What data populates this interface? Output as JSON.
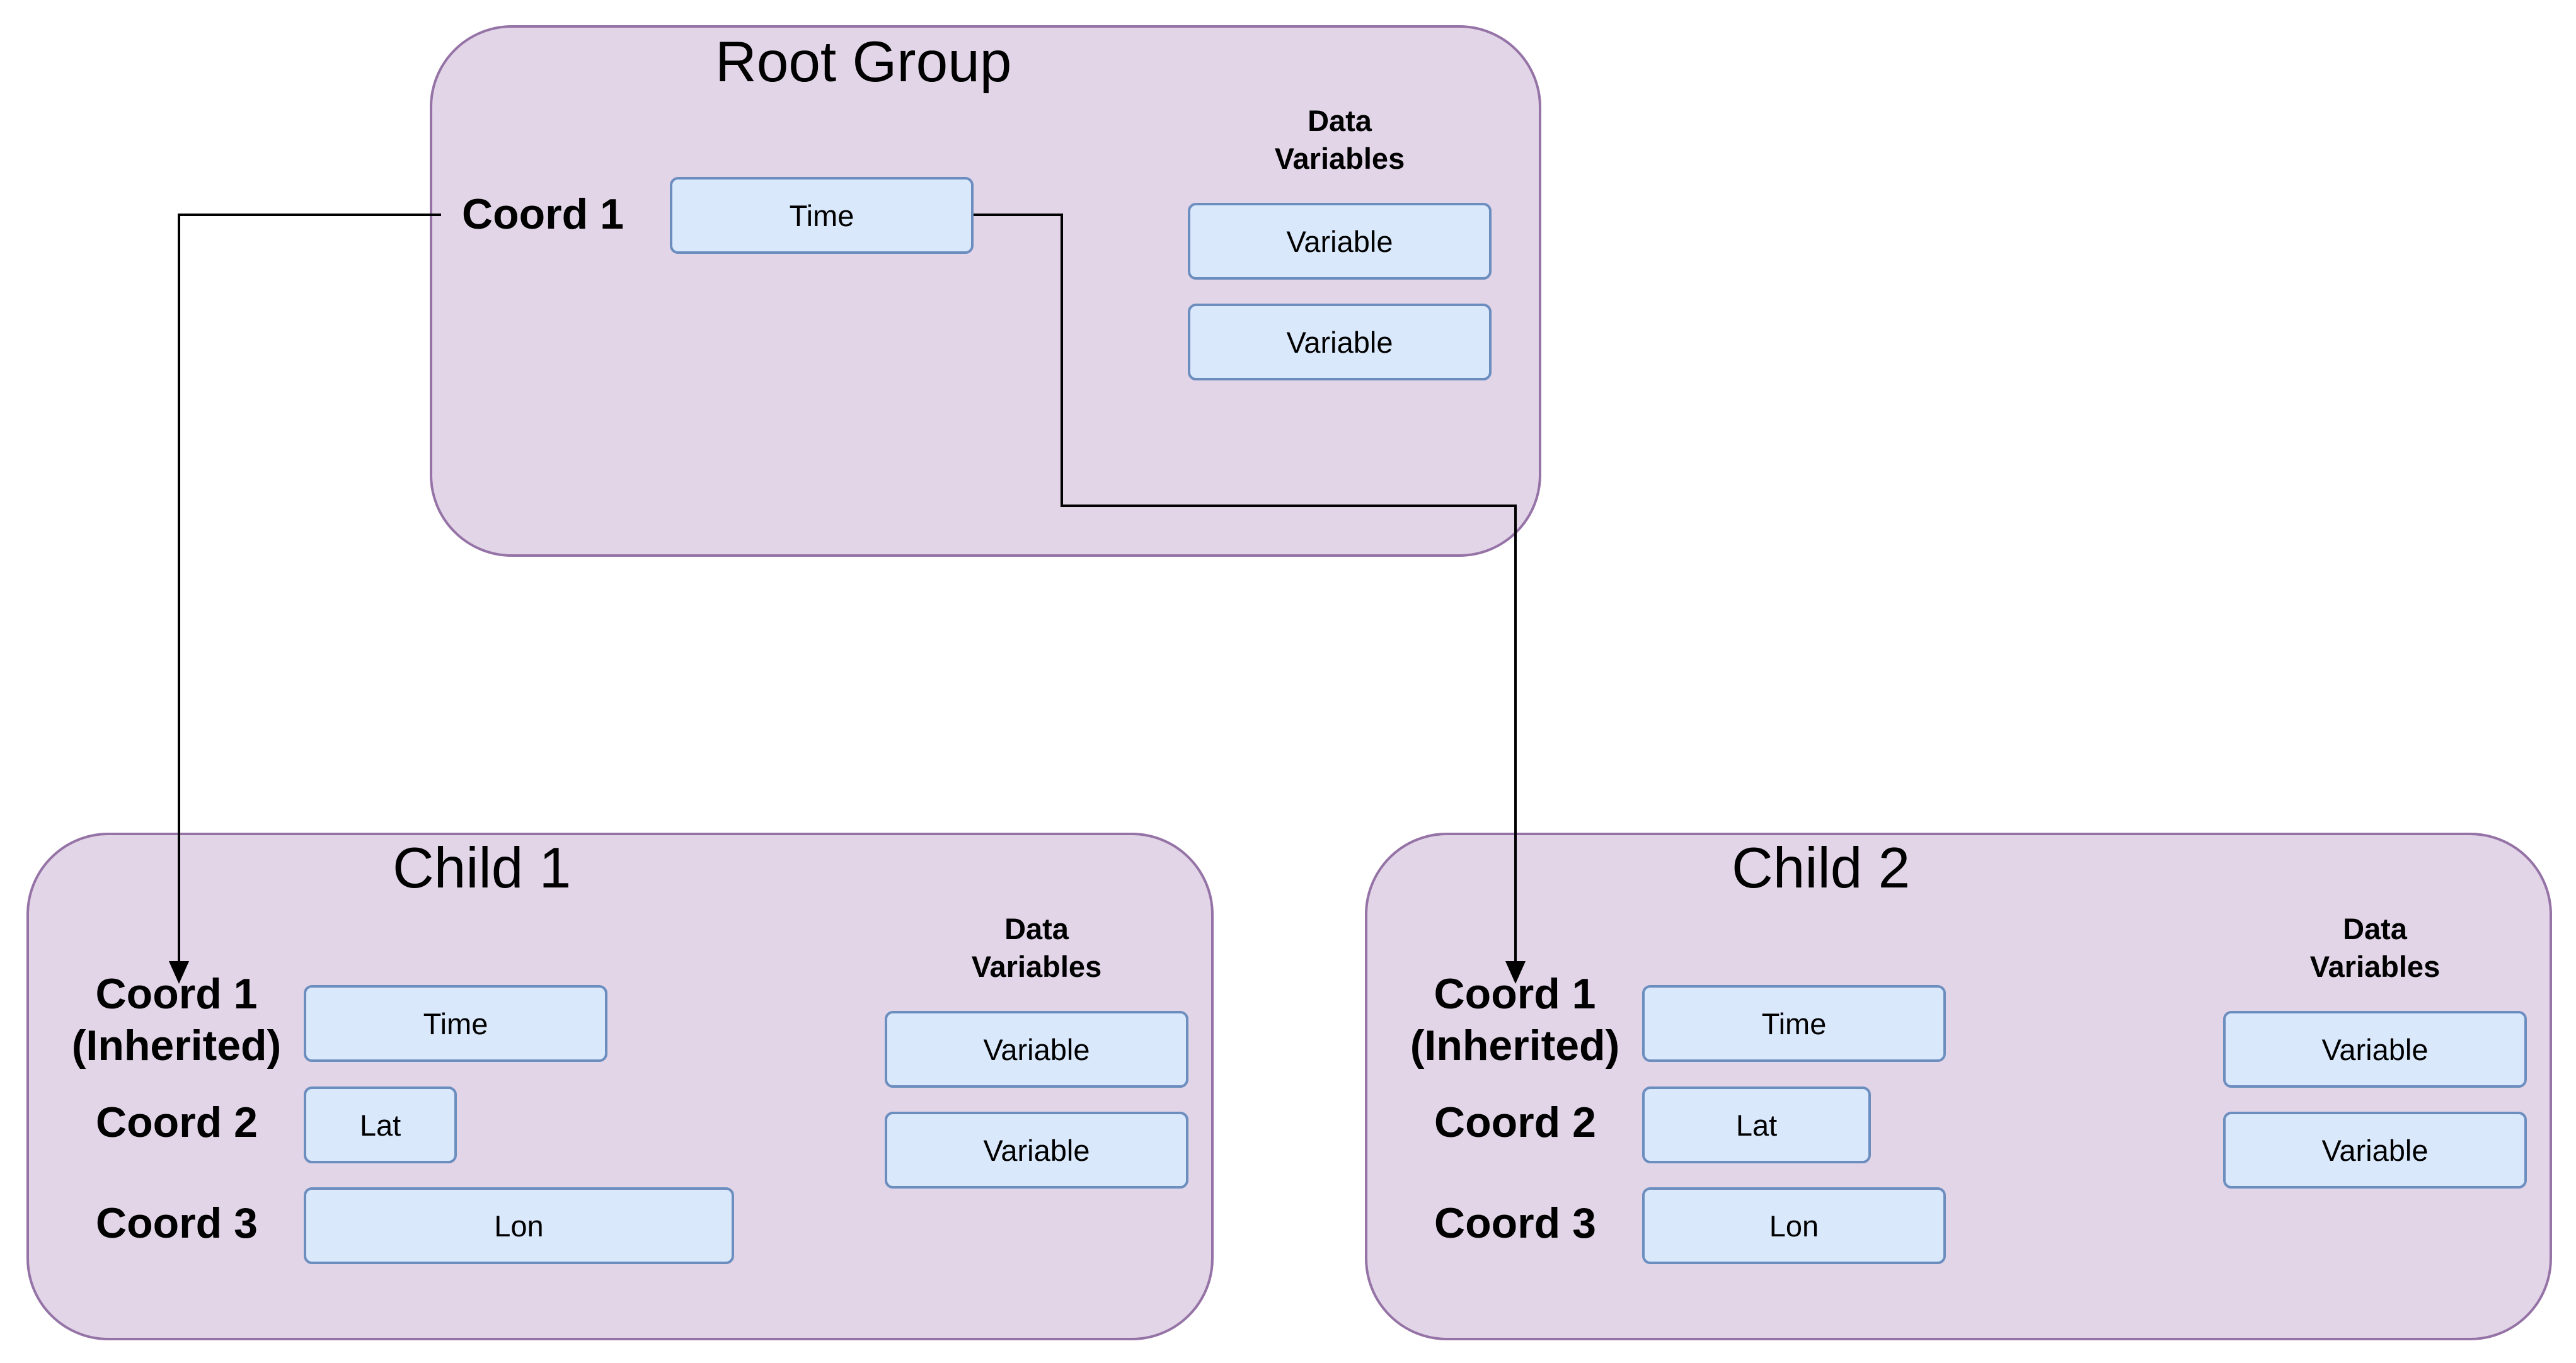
{
  "root_group": {
    "title": "Root Group",
    "coord_label": "Coord 1",
    "coord_value": "Time",
    "data_variables_title_line1": "Data",
    "data_variables_title_line2": "Variables",
    "variables": [
      "Variable",
      "Variable"
    ]
  },
  "children": [
    {
      "title": "Child 1",
      "coords": [
        {
          "label_line1": "Coord 1",
          "label_line2": "(Inherited)",
          "value": "Time"
        },
        {
          "label_line1": "Coord 2",
          "label_line2": "",
          "value": "Lat"
        },
        {
          "label_line1": "Coord 3",
          "label_line2": "",
          "value": "Lon"
        }
      ],
      "data_variables_title_line1": "Data",
      "data_variables_title_line2": "Variables",
      "variables": [
        "Variable",
        "Variable"
      ]
    },
    {
      "title": "Child 2",
      "coords": [
        {
          "label_line1": "Coord 1",
          "label_line2": "(Inherited)",
          "value": "Time"
        },
        {
          "label_line1": "Coord 2",
          "label_line2": "",
          "value": "Lat"
        },
        {
          "label_line1": "Coord 3",
          "label_line2": "",
          "value": "Lon"
        }
      ],
      "data_variables_title_line1": "Data",
      "data_variables_title_line2": "Variables",
      "variables": [
        "Variable",
        "Variable"
      ]
    }
  ],
  "colors": {
    "group_fill": "#e1d5e7",
    "group_border": "#9673a6",
    "node_fill": "#dae8fc",
    "node_border": "#6c8ebf",
    "connector": "#000000"
  }
}
